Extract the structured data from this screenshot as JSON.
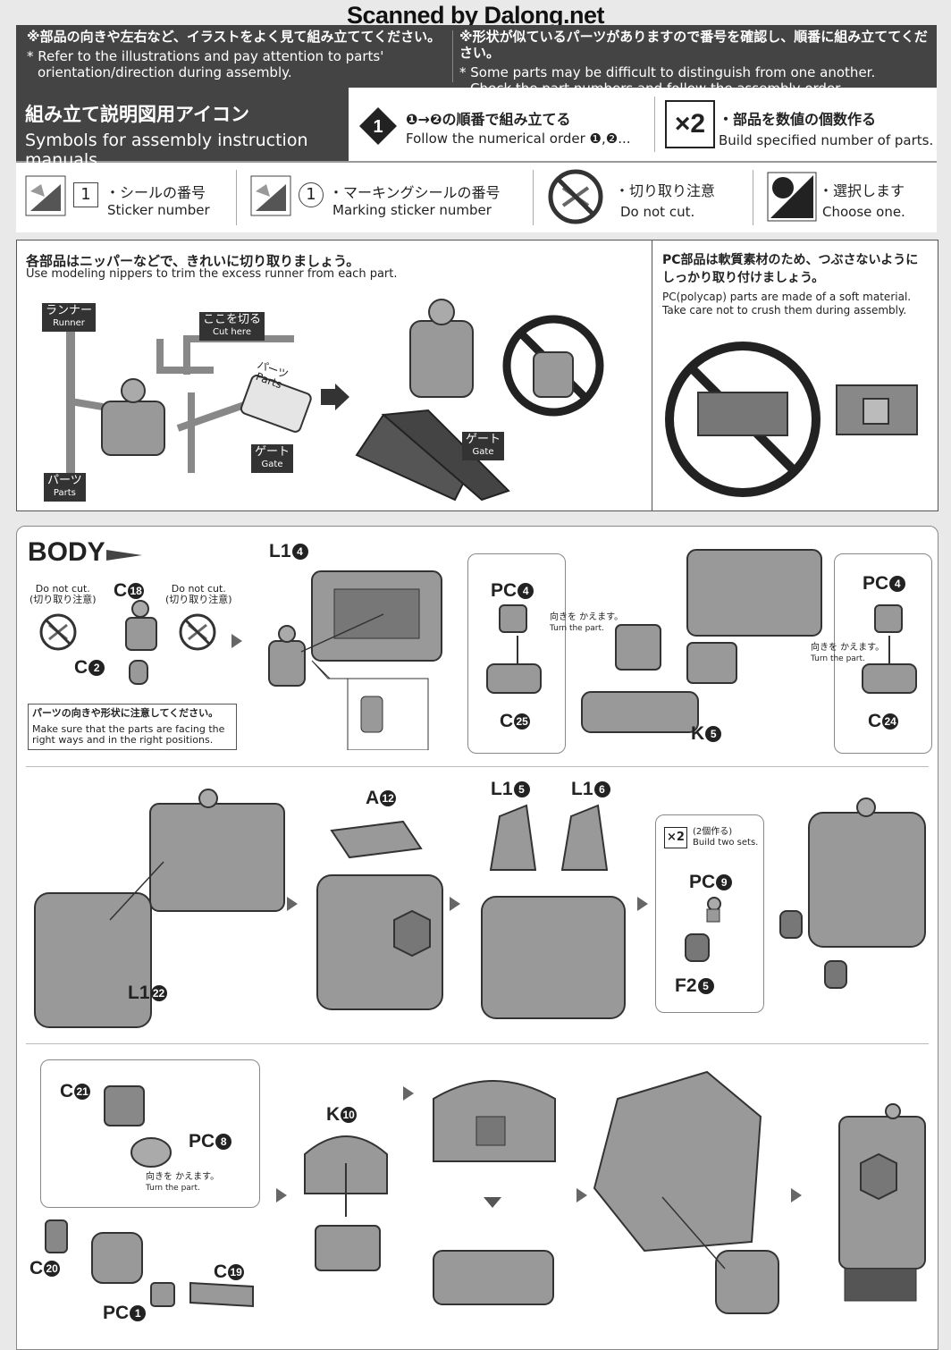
{
  "watermark": "Scanned by Dalong.net",
  "header": {
    "left_jp": "※部品の向きや左右など、イラストをよく見て組み立ててください。",
    "left_en_1": "* Refer to the illustrations and pay attention to parts'",
    "left_en_2": "orientation/direction during assembly.",
    "right_jp": "※形状が似ているパーツがありますので番号を確認し、順番に組み立ててください。",
    "right_en_1": "* Some parts may be difficult to distinguish from one another.",
    "right_en_2": "Check the part numbers and follow the assembly order."
  },
  "symbols": {
    "title_jp": "組み立て説明図用アイコン",
    "title_en": "Symbols for assembly instruction manuals",
    "order_icon": "1",
    "order_jp": "❶→❷の順番で組み立てる",
    "order_en": "Follow the numerical order ❶,❷...",
    "x2_icon": "×2",
    "x2_jp": "・部品を数値の個数作る",
    "x2_en": "Build specified number of parts.",
    "sticker_num": "1",
    "sticker_jp": "・シールの番号",
    "sticker_en": "Sticker number",
    "marking_num": "1",
    "marking_jp": "・マーキングシールの番号",
    "marking_en": "Marking sticker number",
    "nocut_jp": "・切り取り注意",
    "nocut_en": "Do not cut.",
    "choose_jp": "・選択します",
    "choose_en": "Choose one."
  },
  "trim": {
    "jp": "各部品はニッパーなどで、きれいに切り取りましょう。",
    "en": "Use modeling nippers to trim the excess runner from each part.",
    "runner_jp": "ランナー",
    "runner_en": "Runner",
    "cut_jp": "ここを切る",
    "cut_en": "Cut here",
    "parts_jp": "パーツ",
    "parts_en": "Parts",
    "gate_jp": "ゲート",
    "gate_en": "Gate",
    "parts2_jp": "パーツ",
    "parts2_en": "Parts",
    "gate2_jp": "ゲート",
    "gate2_en": "Gate",
    "pc_jp_1": "PC部品は軟質素材のため、つぶさないように",
    "pc_jp_2": "しっかり取り付けましょう。",
    "pc_en_1": "PC(polycap) parts are made of a soft material.",
    "pc_en_2": "Take care not to crush them during assembly."
  },
  "body": {
    "title": "BODY",
    "donotcut_1": "Do not cut.",
    "donotcut_jp": "(切り取り注意)",
    "donotcut_2": "Do not cut.",
    "donotcut_jp2": "(切り取り注意)",
    "c18": "C",
    "c18n": "18",
    "c2": "C",
    "c2n": "2",
    "caution_jp": "パーツの向きや形状に注意してください。",
    "caution_en": "Make sure that the parts are facing the right ways and in the right positions.",
    "l14": "L1",
    "l14n": "4",
    "pc4a": "PC",
    "pc4an": "4",
    "turn_jp": "向きを かえます。",
    "turn_en": "Turn the part.",
    "c25": "C",
    "c25n": "25",
    "k5": "K",
    "k5n": "5",
    "pc4b": "PC",
    "pc4bn": "4",
    "turn2_jp": "向きを かえます。",
    "turn2_en": "Turn the part.",
    "c24": "C",
    "c24n": "24",
    "l122": "L1",
    "l122n": "22",
    "a12": "A",
    "a12n": "12",
    "l15": "L1",
    "l15n": "5",
    "l16": "L1",
    "l16n": "6",
    "x2": "×2",
    "x2_jp": "(2個作る)",
    "x2_en": "Build two sets.",
    "pc9": "PC",
    "pc9n": "9",
    "f25": "F2",
    "f25n": "5",
    "c21": "C",
    "c21n": "21",
    "pc8": "PC",
    "pc8n": "8",
    "turn3_jp": "向きを かえます。",
    "turn3_en": "Turn the part.",
    "c20": "C",
    "c20n": "20",
    "c19": "C",
    "c19n": "19",
    "pc1": "PC",
    "pc1n": "1",
    "k10": "K",
    "k10n": "10"
  }
}
